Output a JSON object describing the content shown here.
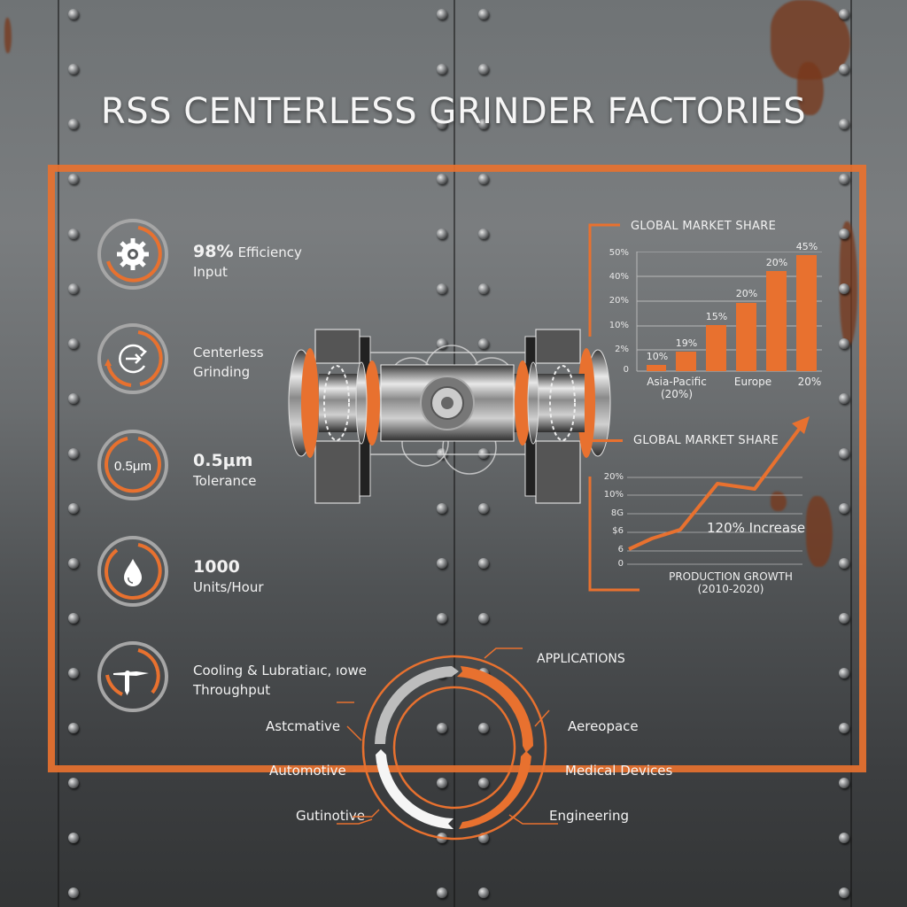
{
  "title": "RSS CENTERLESS GRINDER FACTORIES",
  "colors": {
    "accent": "#e8712f",
    "ring_gray": "#a6a6a6",
    "text": "#f2f2f2"
  },
  "stats": [
    {
      "icon": "gear-icon",
      "big": "98%",
      "suffix": "Efficiency",
      "line2": "Input"
    },
    {
      "icon": "rotate-arrow-icon",
      "big": "",
      "suffix": "Centerless",
      "line2": "Grinding"
    },
    {
      "icon": "micron-text-icon",
      "icon_text": "0.5μm",
      "big": "0.5μm",
      "suffix": "",
      "line2": "Tolerance"
    },
    {
      "icon": "droplet-icon",
      "big": "1000",
      "suffix": "",
      "line2": "Units/Hour"
    },
    {
      "icon": "nozzle-icon",
      "big": "",
      "suffix": "Cooling & Lubratiaıc, ıowe",
      "line2": "Throughput"
    }
  ],
  "bar_chart": {
    "title": "GLOBAL MARKET SHARE",
    "yticks": [
      "50%",
      "40%",
      "20%",
      "10%",
      "2%",
      "0"
    ],
    "bar_labels": [
      "10%",
      "19%",
      "15%",
      "20%",
      "20%",
      "45%"
    ],
    "x_labels": [
      {
        "text": "Asia-Pacific",
        "sub": "(20%)"
      },
      {
        "text": "Europe"
      },
      {
        "text": "20%"
      }
    ]
  },
  "line_chart": {
    "title": "GLOBAL MARKET SHARE",
    "yticks": [
      "20%",
      "10%",
      "8G",
      "$6",
      "6",
      "0"
    ],
    "annotation": "120% Increase",
    "xlabel": "PRODUCTION GROWTH",
    "xlabel_sub": "(2010-2020)"
  },
  "applications": {
    "title": "APPLICATIONS",
    "left": [
      "Astcmative",
      "Automotive",
      "Gutinotive"
    ],
    "right": [
      "Aereopace",
      "Medical Devices",
      "Engineering"
    ]
  },
  "chart_data": [
    {
      "type": "bar",
      "title": "GLOBAL MARKET SHARE",
      "categories": [
        "Asia-Pacific (20%)",
        "",
        "",
        "Europe",
        "",
        "20%"
      ],
      "values": [
        10,
        19,
        15,
        20,
        20,
        45
      ],
      "bar_heights_relative": [
        3,
        7,
        15,
        23,
        33,
        40
      ],
      "ytick_labels": [
        "0",
        "2%",
        "10%",
        "20%",
        "40%",
        "50%"
      ],
      "xlabel": "",
      "ylabel": "",
      "grid": true,
      "legend": null
    },
    {
      "type": "line",
      "title": "GLOBAL MARKET SHARE",
      "xlabel": "PRODUCTION GROWTH (2010-2020)",
      "ytick_labels": [
        "0",
        "6",
        "$6",
        "8G",
        "10%",
        "20%"
      ],
      "x": [
        0,
        1,
        2,
        3,
        4,
        5
      ],
      "values": [
        1.5,
        2.6,
        3.1,
        5.6,
        5.3,
        9.5
      ],
      "annotation": "120% Increase",
      "grid": true,
      "legend": null
    }
  ]
}
